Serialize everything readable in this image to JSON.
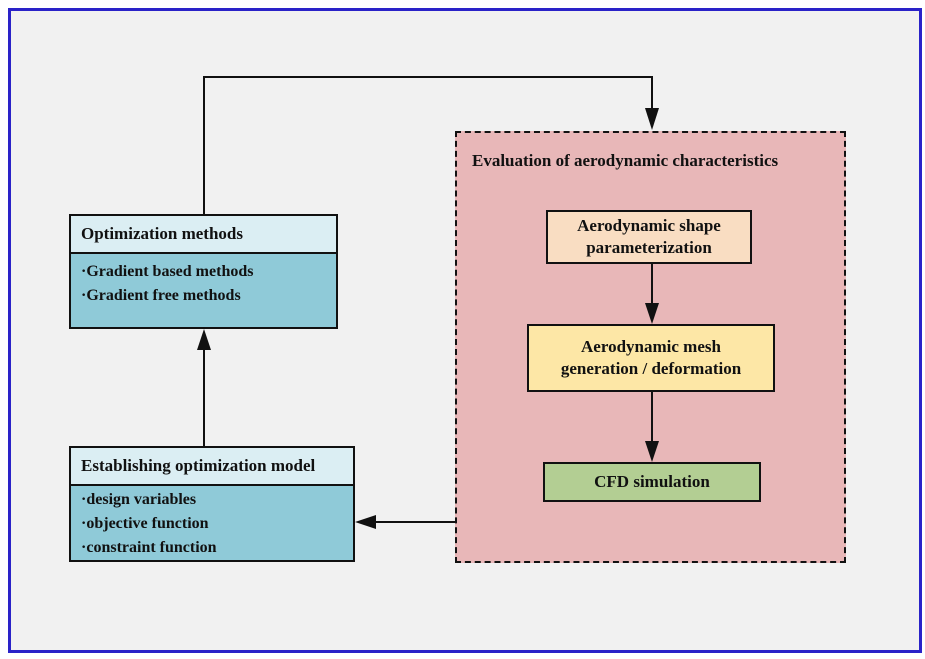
{
  "evaluation": {
    "title": "Evaluation of aerodynamic characteristics",
    "steps": {
      "shape": [
        "Aerodynamic shape",
        "parameterization"
      ],
      "mesh": [
        "Aerodynamic mesh",
        "generation / deformation"
      ],
      "cfd": "CFD simulation"
    }
  },
  "optimization_methods": {
    "title": "Optimization methods",
    "items": [
      "·Gradient based methods",
      "·Gradient free methods"
    ]
  },
  "optimization_model": {
    "title": "Establishing optimization model",
    "items": [
      "·design variables",
      "·objective function",
      "·constraint function"
    ]
  },
  "colors": {
    "frame_border": "#2a22c8",
    "background": "#f1f1f1",
    "eval_region": "#e8b7b8",
    "shape_box": "#f9ddc2",
    "mesh_box": "#fde7a6",
    "cfd_box": "#b3ce93",
    "panel_head": "#dbeef3",
    "panel_body": "#8fcad8"
  }
}
